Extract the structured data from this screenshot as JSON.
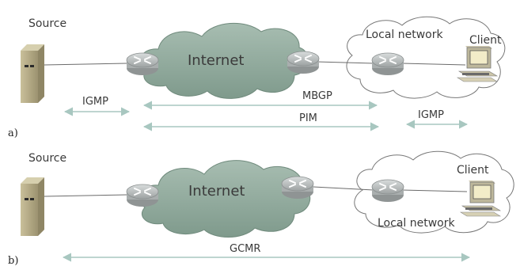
{
  "panel_a": {
    "panel_label": "a)",
    "source_label": "Source",
    "internet_label": "Internet",
    "local_network_label": "Local network",
    "client_label": "Client",
    "protocols": {
      "igmp_left": "IGMP",
      "mbgp": "MBGP",
      "pim": "PIM",
      "igmp_right": "IGMP"
    }
  },
  "panel_b": {
    "panel_label": "b)",
    "source_label": "Source",
    "internet_label": "Internet",
    "local_network_label": "Local network",
    "client_label": "Client",
    "protocols": {
      "gcmr": "GCMR"
    }
  },
  "colors": {
    "cloud_fill": "#8fa99b",
    "local_cloud_fill": "#ffffff",
    "arrow": "#a8c7c0",
    "link": "#6b6b6b",
    "router": "#bfc3c3"
  }
}
